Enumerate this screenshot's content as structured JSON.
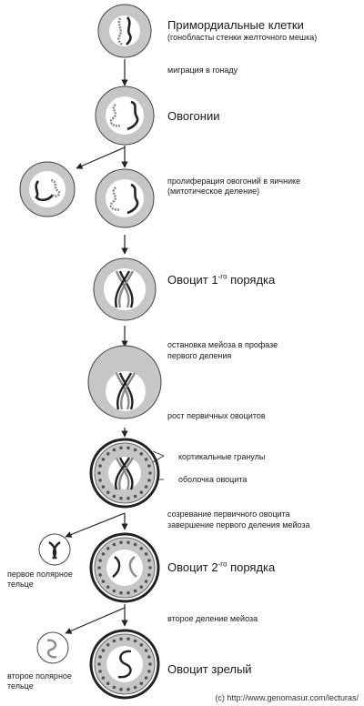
{
  "colors": {
    "cell_fill": "#c6c6c6",
    "nucleus_fill": "#ffffff",
    "chrom_dark": "#222222",
    "chrom_light": "#8a8a8a",
    "granule": "#555555"
  },
  "stages": {
    "primordial": {
      "title": "Примордиальные клетки",
      "subtitle": "(гонобласты стенки желточного мешка)"
    },
    "migration": "миграция в гонаду",
    "oogonia": "Овогонии",
    "proliferation": {
      "line1": "пролиферация овогоний в яичнике",
      "line2": "(митотическое деление)"
    },
    "oocyte1": {
      "pre": "Овоцит 1",
      "sup": "-го",
      "post": " порядка"
    },
    "arrest": {
      "line1": "остановка мейоза в профазе",
      "line2": "первого деления"
    },
    "growth": "рост первичных овоцитов",
    "cortical": "кортикальные гранулы",
    "membrane": "оболочка овоцита",
    "maturation": {
      "line1": "созревание первичного овоцита",
      "line2": "завершение первого деления мейоза"
    },
    "polar1": {
      "line1": "первое полярное",
      "line2": "тельце"
    },
    "oocyte2": {
      "pre": "Овоцит 2",
      "sup": "-го",
      "post": " порядка"
    },
    "second_division": "второе деление мейоза",
    "polar2": {
      "line1": "второе полярное",
      "line2": "тельце"
    },
    "mature": "Овоцит зрелый"
  },
  "copyright": "(c)  http://www.genomasur.com/lecturas/"
}
